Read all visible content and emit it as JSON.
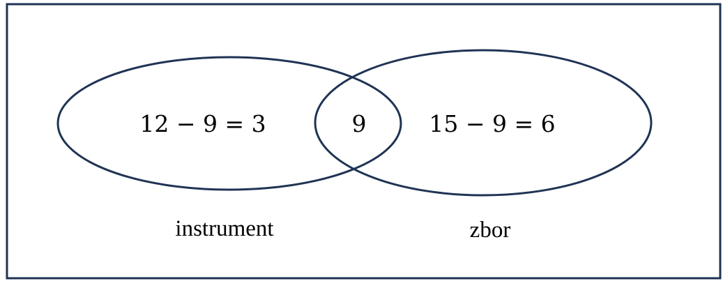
{
  "diagram": {
    "type": "venn",
    "colors": {
      "outline": "#1f3354",
      "text": "#000000",
      "background": "#ffffff"
    },
    "sets": [
      {
        "label": "instrument",
        "only_expression": "12 − 9 = 3"
      },
      {
        "label": "zbor",
        "only_expression": "15 − 9 = 6"
      }
    ],
    "intersection": "9"
  }
}
